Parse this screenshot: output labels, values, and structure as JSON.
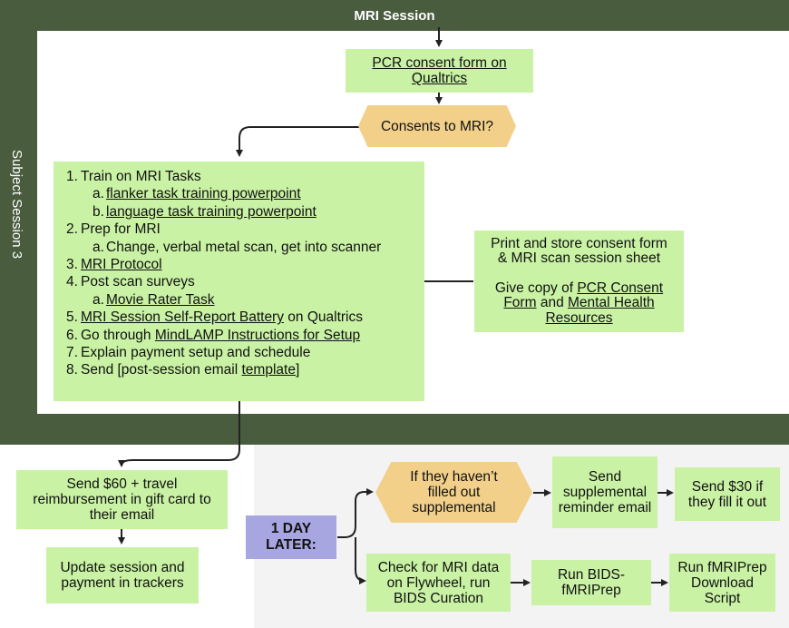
{
  "header": {
    "title": "MRI Session"
  },
  "side_label": "Subject Session 3",
  "consent_form": {
    "line1": "PCR consent form on",
    "line2": "Qualtrics"
  },
  "decision": {
    "label": "Consents to MRI?"
  },
  "tasks": [
    {
      "num": "1.",
      "parts": [
        {
          "text": "Train on MRI Tasks",
          "link": false
        }
      ]
    },
    {
      "num": "a.",
      "sub": true,
      "parts": [
        {
          "text": "flanker task training powerpoint",
          "link": true
        }
      ]
    },
    {
      "num": "b.",
      "sub": true,
      "parts": [
        {
          "text": "language task training powerpoint",
          "link": true
        }
      ]
    },
    {
      "num": "2.",
      "parts": [
        {
          "text": "Prep for MRI",
          "link": false
        }
      ]
    },
    {
      "num": "a.",
      "sub": true,
      "parts": [
        {
          "text": "Change, verbal metal scan, get into scanner",
          "link": false
        }
      ]
    },
    {
      "num": "3.",
      "parts": [
        {
          "text": "MRI Protocol",
          "link": true
        }
      ]
    },
    {
      "num": "4.",
      "parts": [
        {
          "text": "Post scan surveys",
          "link": false
        }
      ]
    },
    {
      "num": "a.",
      "sub": true,
      "parts": [
        {
          "text": "Movie Rater Task",
          "link": true
        }
      ]
    },
    {
      "num": "5.",
      "parts": [
        {
          "text": "MRI Session Self-Report Battery",
          "link": true
        },
        {
          "text": " on Qualtrics",
          "link": false
        }
      ]
    },
    {
      "num": "6.",
      "parts": [
        {
          "text": "Go through ",
          "link": false
        },
        {
          "text": "MindLAMP Instructions for Setup",
          "link": true
        }
      ]
    },
    {
      "num": "7.",
      "parts": [
        {
          "text": "Explain payment setup and schedule",
          "link": false
        }
      ]
    },
    {
      "num": "8.",
      "parts": [
        {
          "text": "Send [post-session email ",
          "link": false
        },
        {
          "text": "template",
          "link": true
        },
        {
          "text": "]",
          "link": false
        }
      ]
    }
  ],
  "print_box": {
    "line1": "Print and store consent form",
    "line2": "& MRI scan session sheet",
    "give_prefix": "Give copy of ",
    "pcr_link_a": "PCR Consent",
    "pcr_link_b": "Form",
    "and": " and ",
    "mental_link_a": "Mental Health",
    "mental_link_b": "Resources"
  },
  "send60": {
    "text": "Send $60 + travel reimbursement in gift card to their email"
  },
  "update": {
    "text": "Update session and payment in trackers"
  },
  "day_later": {
    "line1": "1 DAY",
    "line2": "LATER:"
  },
  "supplemental_check": {
    "text": "If they haven’t filled out supplemental"
  },
  "send_reminder": {
    "text": "Send supplemental reminder email"
  },
  "send30": {
    "text": "Send $30 if they fill it out"
  },
  "check_mri": {
    "text": "Check for MRI data on Flywheel, run BIDS Curation"
  },
  "run_bids": {
    "text": "Run BIDS-fMRIPrep"
  },
  "run_download": {
    "text": "Run fMRIPrep Download Script"
  },
  "colors": {
    "band": "#4a5c3e",
    "box_green": "#c9f2a4",
    "decision_yellow": "#f2d08a",
    "day_purple": "#a7a6e0",
    "connector": "#222222"
  }
}
